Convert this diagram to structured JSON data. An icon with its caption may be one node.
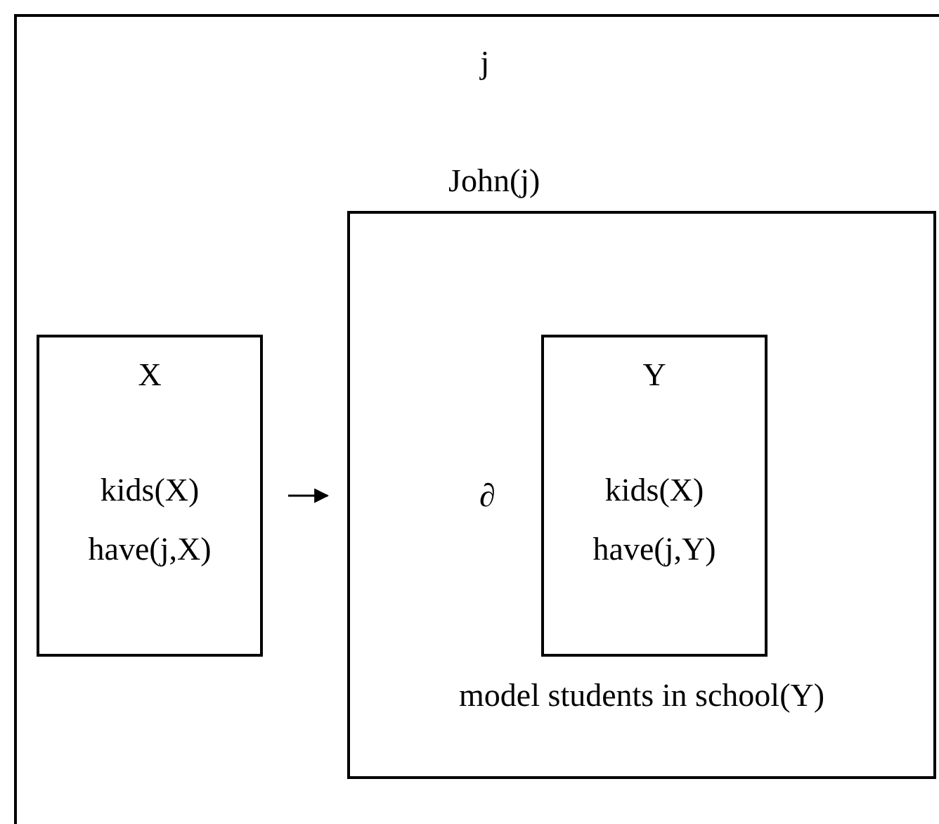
{
  "diagram": {
    "nodes": [
      {
        "text": [
          "j"
        ]
      },
      {
        "text": [
          "X",
          "kids(X)",
          "have(j,X)"
        ],
        "in": 0
      },
      {
        "text": [
          "John(j)",
          "∂",
          "model students in school(Y)"
        ],
        "in": 0
      },
      {
        "text": [
          "Y",
          "kids(X)",
          "have(j,Y)"
        ],
        "in": 2
      }
    ],
    "edges": [
      {
        "from": 1,
        "to": 2,
        "arrow": "to"
      }
    ]
  }
}
